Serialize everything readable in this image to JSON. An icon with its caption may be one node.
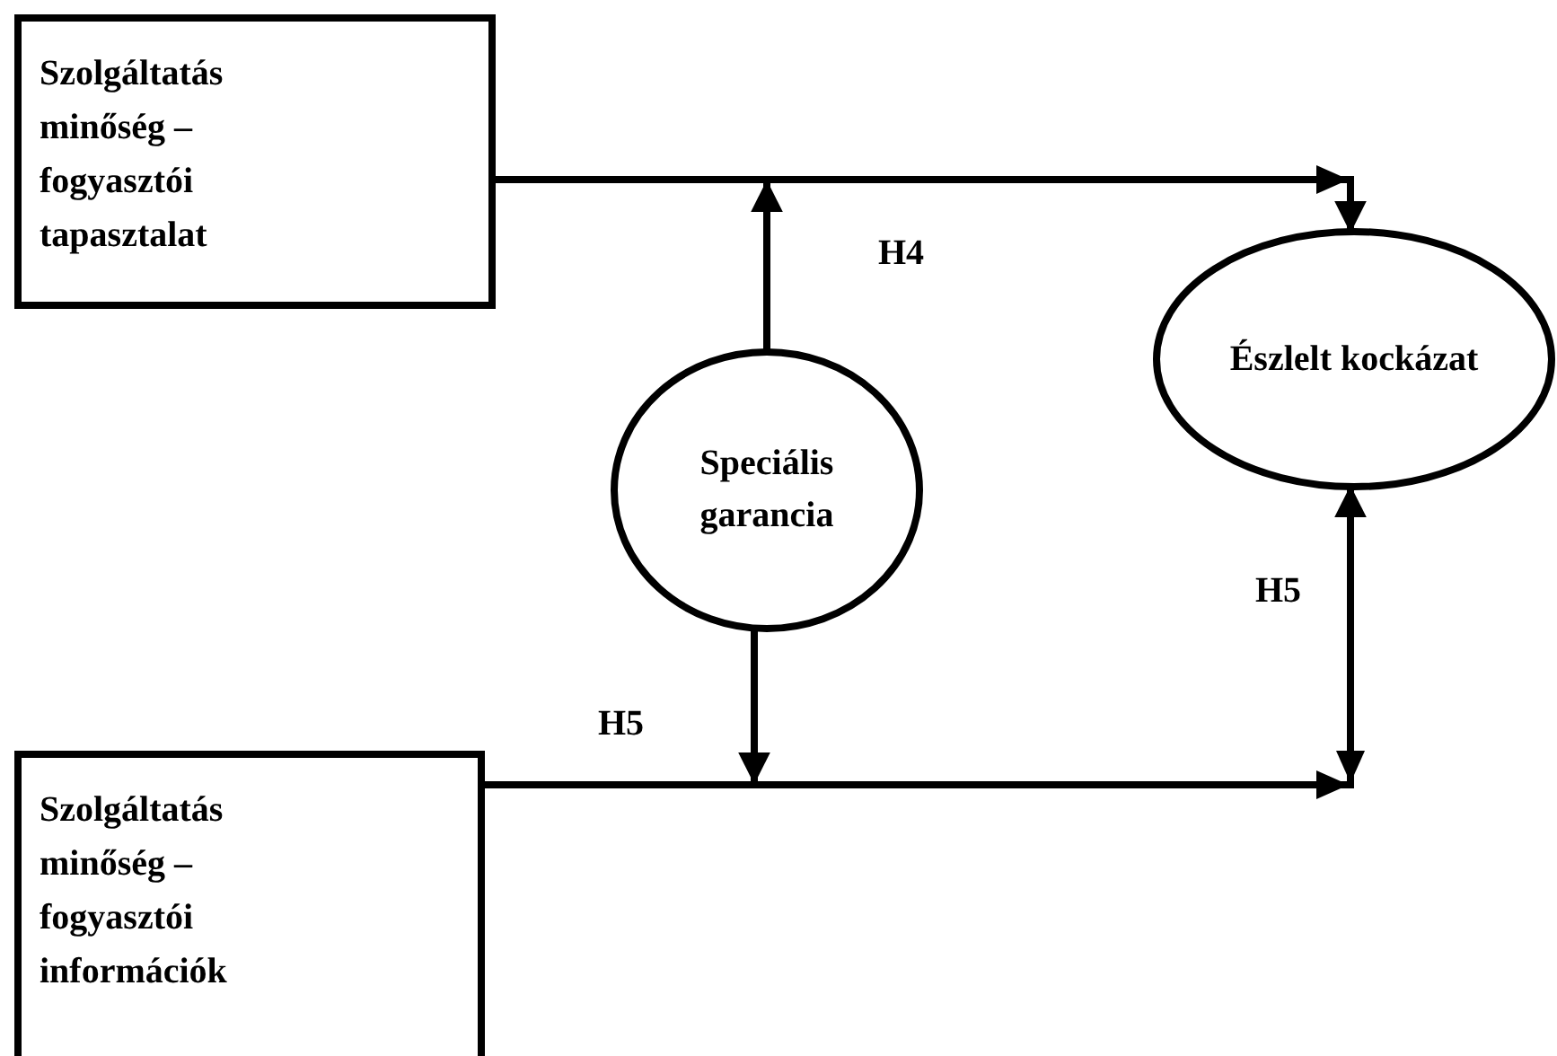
{
  "diagram": {
    "nodes": [
      {
        "text": [
          "Szolgáltatás minőség – fogyasztói tapasztalat"
        ]
      },
      {
        "text": [
          "Észlelt kockázat"
        ]
      },
      {
        "text": [
          "Speciális garancia"
        ]
      },
      {
        "text": [
          "Szolgáltatás minőség – fogyasztói információk"
        ]
      }
    ],
    "edges": [
      {
        "from": 0,
        "to": 1,
        "arrow": "to"
      },
      {
        "from": 2,
        "to": null,
        "arrow": "to",
        "label": "H4"
      },
      {
        "from": 2,
        "to": null,
        "arrow": "to",
        "label": "H5"
      },
      {
        "from": 3,
        "to": 1,
        "arrow": "to",
        "label": "H5"
      }
    ]
  }
}
